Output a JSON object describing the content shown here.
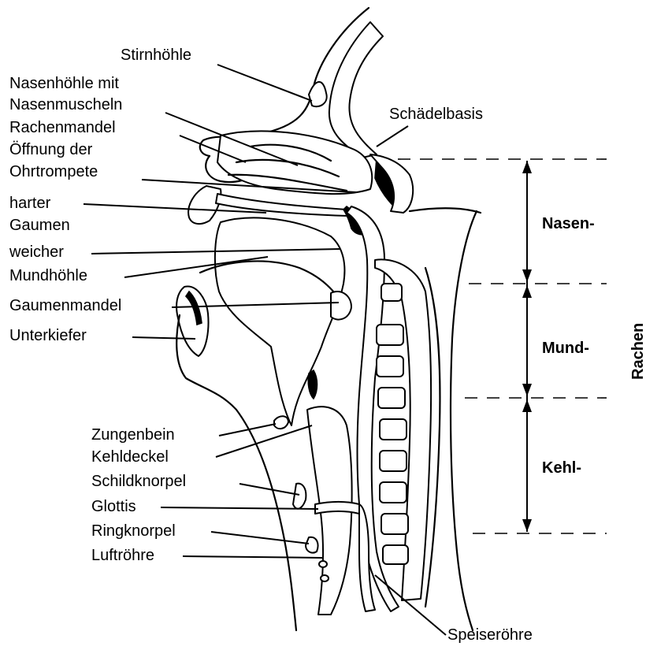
{
  "labels": {
    "stirnhoehle": "Stirnhöhle",
    "nasenhoehle_line1": "Nasenhöhle mit",
    "nasenhoehle_line2": "Nasenmuscheln",
    "rachenmandel": "Rachenmandel",
    "ohrtrompete_line1": "Öffnung der",
    "ohrtrompete_line2": "Ohrtrompete",
    "harter_line1": "harter",
    "harter_line2": "Gaumen",
    "weicher_line1": "weicher",
    "weicher_line2": "Mundhöhle",
    "gaumenmandel": "Gaumenmandel",
    "unterkiefer": "Unterkiefer",
    "schaedelbasis": "Schädelbasis",
    "zungenbein": "Zungenbein",
    "kehldeckel": "Kehldeckel",
    "schildknorpel": "Schildknorpel",
    "glottis": "Glottis",
    "ringknorpel": "Ringknorpel",
    "luftroehre": "Luftröhre",
    "speiseroehre": "Speiseröhre"
  },
  "sections": {
    "nasen": "Nasen-",
    "mund": "Mund-",
    "kehl": "Kehl-",
    "rachen": "Rachen"
  }
}
